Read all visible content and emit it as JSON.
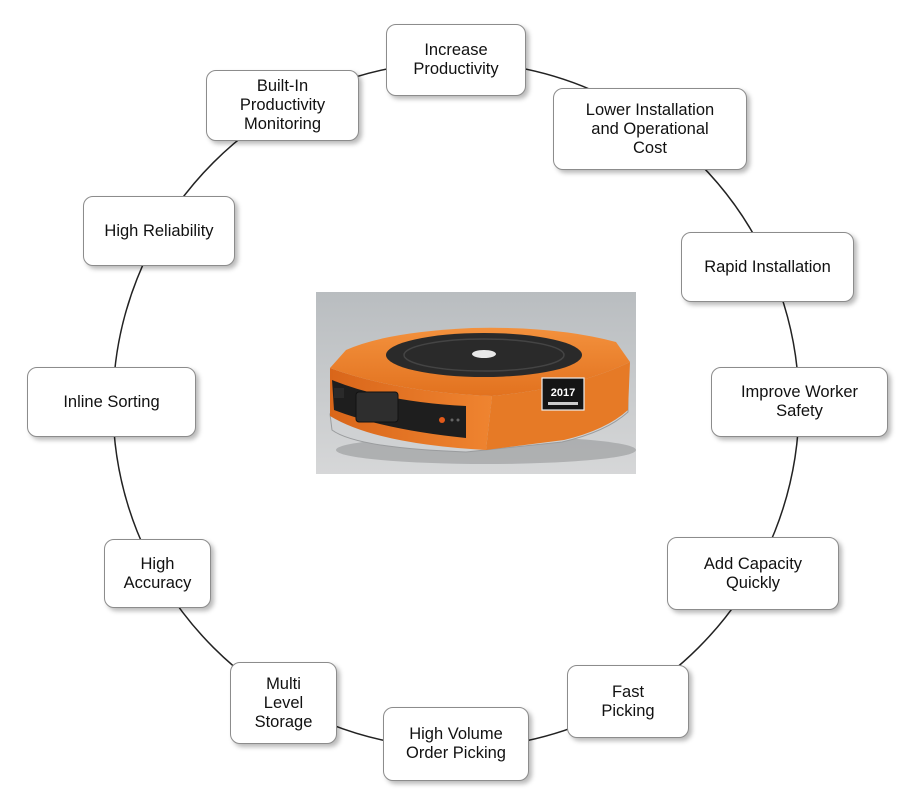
{
  "colors": {
    "ring": "#222222",
    "box_border": "#8c8c8c",
    "robot_orange": "#ee7d2a",
    "robot_black": "#1e1e1e",
    "photo_background": "#c9ccce"
  },
  "center_image": {
    "icon": "warehouse-robot-icon",
    "label_text": "2017"
  },
  "benefits": [
    {
      "id": "increase-productivity",
      "label": "Increase\nProductivity"
    },
    {
      "id": "lower-cost",
      "label": "Lower Installation\nand Operational\nCost"
    },
    {
      "id": "rapid-installation",
      "label": "Rapid Installation"
    },
    {
      "id": "worker-safety",
      "label": "Improve Worker\nSafety"
    },
    {
      "id": "add-capacity",
      "label": "Add Capacity\nQuickly"
    },
    {
      "id": "fast-picking",
      "label": "Fast\nPicking"
    },
    {
      "id": "high-volume-order-picking",
      "label": "High Volume\nOrder Picking"
    },
    {
      "id": "multi-level-storage",
      "label": "Multi\nLevel\nStorage"
    },
    {
      "id": "high-accuracy",
      "label": "High\nAccuracy"
    },
    {
      "id": "inline-sorting",
      "label": "Inline Sorting"
    },
    {
      "id": "high-reliability",
      "label": "High Reliability"
    },
    {
      "id": "productivity-monitoring",
      "label": "Built-In\nProductivity\nMonitoring"
    }
  ]
}
